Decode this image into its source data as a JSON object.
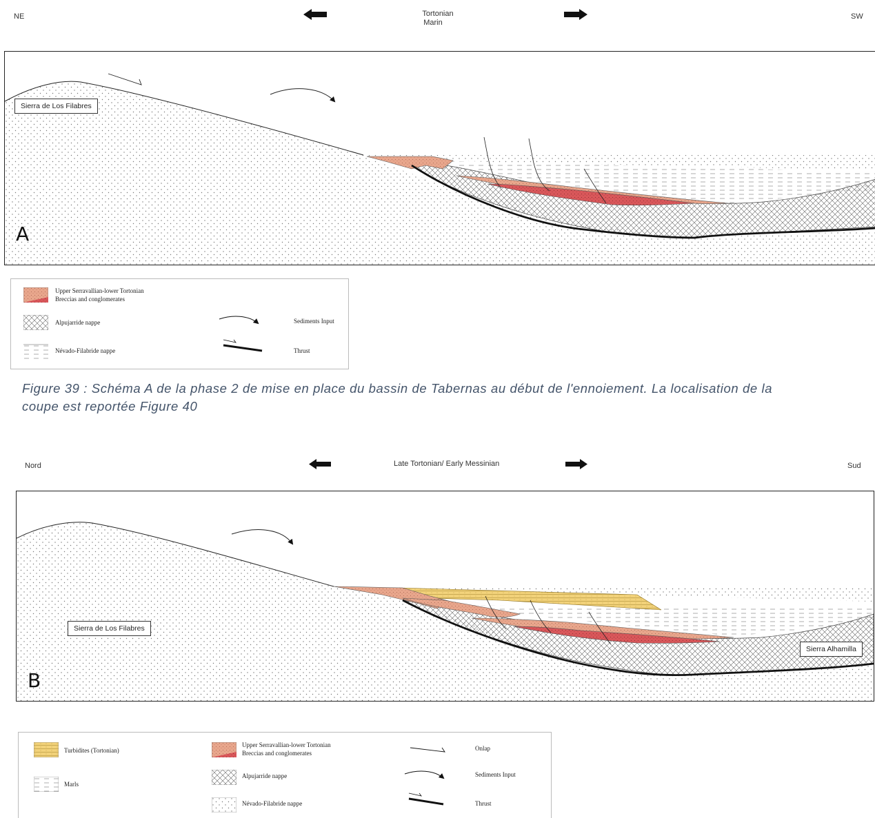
{
  "figA": {
    "left_dir": "NE",
    "right_dir": "SW",
    "period_line1": "Tortonian",
    "period_line2": "Marin",
    "section_label": "Sierra de Los Filabres",
    "panel_letter": "A",
    "legend": {
      "breccias_line1": "Upper Serravallian-lower Tortonian",
      "breccias_line2": "Breccias and conglomerates",
      "alpujarride": "Alpujarride nappe",
      "nevado": "Névado-Filabride nappe",
      "sediments_input": "Sediments Input",
      "thrust": "Thrust"
    }
  },
  "caption_line1": "Figure 39 : Schéma A de la phase 2 de mise en place du bassin de Tabernas au début de l'ennoiement. La localisation de la",
  "caption_line2": "coupe est reportée Figure 40",
  "figB": {
    "left_dir": "Nord",
    "right_dir": "Sud",
    "period": "Late Tortonian/ Early Messinian",
    "section_label_left": "Sierra de Los Filabres",
    "section_label_right": "Sierra Alhamilla",
    "panel_letter": "B",
    "legend": {
      "turbidites": "Turbidites (Tortonian)",
      "marls": "Marls",
      "breccias_line1": "Upper Serravallian-lower Tortonian",
      "breccias_line2": "Breccias and conglomerates",
      "alpujarride": "Alpujarride nappe",
      "nevado": "Névado-Filabride nappe",
      "onlap": "Onlap",
      "sediments_input": "Sediments Input",
      "thrust": "Thrust"
    }
  },
  "colors": {
    "breccia": "#e8a68c",
    "conglomerate": "#d9575a",
    "turbidite": "#f2d27a",
    "caption": "#44546a"
  },
  "icons": [
    "arrow-left-icon",
    "arrow-right-icon",
    "sediments-input-arrow-icon",
    "thrust-symbol-icon",
    "onlap-symbol-icon"
  ]
}
